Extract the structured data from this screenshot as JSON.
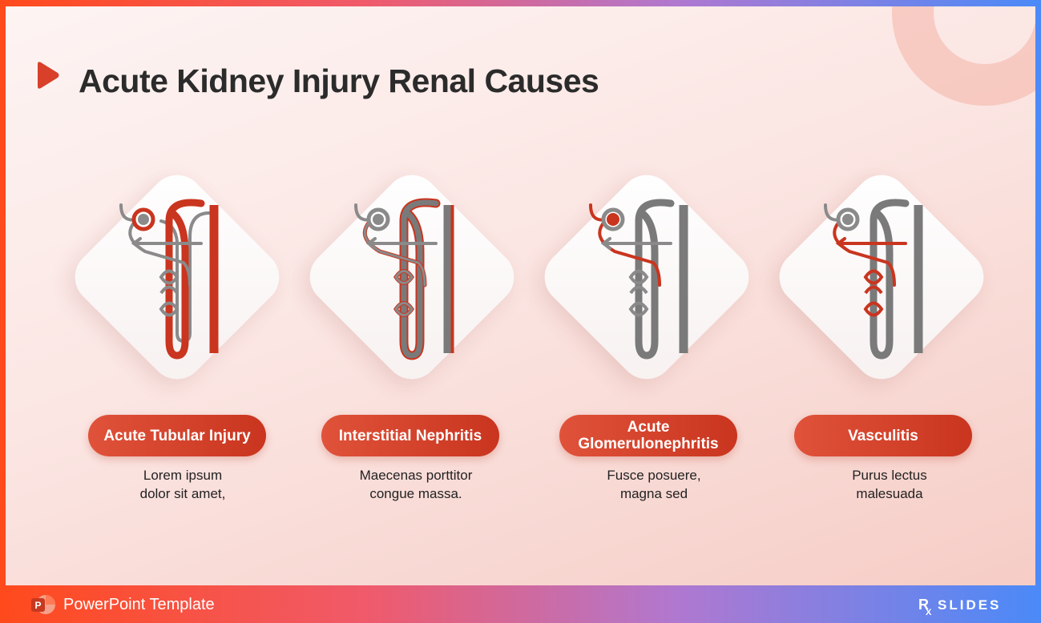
{
  "slide": {
    "title": "Acute Kidney Injury Renal Causes"
  },
  "accent_colors": {
    "red": "#c9351f",
    "gray": "#7a7a7a"
  },
  "causes": [
    {
      "label": "Acute Tubular Injury",
      "description_line1": "Lorem ipsum",
      "description_line2": "dolor sit amet,",
      "icon": "nephron-tubule-highlight-icon"
    },
    {
      "label": "Interstitial Nephritis",
      "description_line1": "Maecenas porttitor",
      "description_line2": "congue massa.",
      "icon": "nephron-interstitium-highlight-icon"
    },
    {
      "label": "Acute Glomerulonephritis",
      "description_line1": "Fusce posuere,",
      "description_line2": "magna sed",
      "icon": "nephron-glomerulus-highlight-icon"
    },
    {
      "label": "Vasculitis",
      "description_line1": "Purus lectus",
      "description_line2": "malesuada",
      "icon": "nephron-vessels-highlight-icon"
    }
  ],
  "footer": {
    "template_label": "PowerPoint Template",
    "brand": "RX SLIDES"
  }
}
